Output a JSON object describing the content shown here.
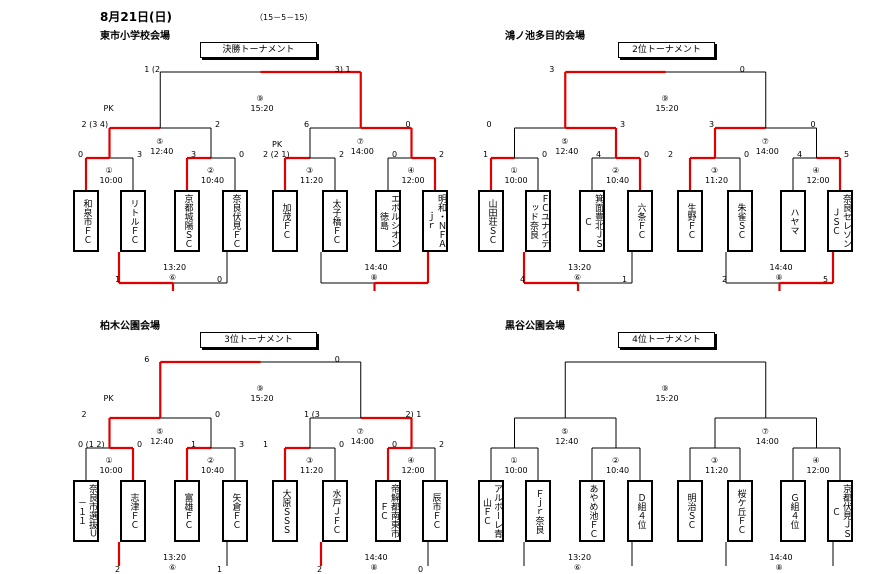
{
  "date": "8月21日(日)",
  "time_note": "（15－5－15）",
  "sections": [
    {
      "venue": "東市小学校会場",
      "title": "決勝トーナメント",
      "teams": [
        "和泉市ＦＣ",
        "リトルＦＣ",
        "京都城陽ＳＣ",
        "奈良伏見ＦＣ",
        "加茂ＦＣ",
        "太子橋ＦＣ",
        "エボルシオン徳島",
        "明和・ＮＦＡｊｒ"
      ],
      "matches": [
        {
          "no": "①",
          "time": "10:00"
        },
        {
          "no": "②",
          "time": "10:40"
        },
        {
          "no": "③",
          "time": "11:20"
        },
        {
          "no": "④",
          "time": "12:00"
        },
        {
          "no": "⑤",
          "time": "12:40"
        },
        {
          "no": "⑦",
          "time": "14:00"
        },
        {
          "no": "⑨",
          "time": "15:20"
        },
        {
          "no": "⑥",
          "time": "13:20"
        },
        {
          "no": "⑧",
          "time": "14:40"
        }
      ],
      "scores": [
        "0",
        "3",
        "3",
        "0",
        "2 (2 1)",
        "2",
        "0",
        "2",
        "2 (3 4)",
        "2",
        "6",
        "0",
        "1 (2",
        "3)  1",
        "1",
        "0",
        "",
        "",
        "PK",
        "PK"
      ]
    },
    {
      "venue": "鴻ノ池多目的会場",
      "title": "2位トーナメント",
      "teams": [
        "山田荘ＳＣ",
        "ＦＣユナイテッド奈良",
        "箕面豊北ＪＳＣ",
        "六条ＦＣ",
        "生野ＦＣ",
        "朱雀ＳＣ",
        "ハヤマ",
        "奈良セレソンＪＳＣ"
      ],
      "matches": [
        {
          "no": "①",
          "time": "10:00"
        },
        {
          "no": "②",
          "time": "10:40"
        },
        {
          "no": "③",
          "time": "11:20"
        },
        {
          "no": "④",
          "time": "12:00"
        },
        {
          "no": "⑤",
          "time": "12:40"
        },
        {
          "no": "⑦",
          "time": "14:00"
        },
        {
          "no": "⑨",
          "time": "15:20"
        },
        {
          "no": "⑥",
          "time": "13:20"
        },
        {
          "no": "⑧",
          "time": "14:40"
        }
      ],
      "scores": [
        "1",
        "0",
        "4",
        "0",
        "2",
        "0",
        "4",
        "5",
        "0",
        "3",
        "3",
        "0",
        "3",
        "0",
        "4",
        "1",
        "2",
        "5",
        "",
        ""
      ]
    },
    {
      "venue": "柏木公園会場",
      "title": "3位トーナメント",
      "teams": [
        "奈良市選抜Ｕ－１１",
        "志津ＦＣ",
        "富雄ＦＣ",
        "矢倉ＦＣ",
        "大原ＳＳＳ",
        "水戸ＪＦＣ",
        "帝解都南東市ＦＣ",
        "辰市ＦＣ"
      ],
      "matches": [
        {
          "no": "①",
          "time": "10:00"
        },
        {
          "no": "②",
          "time": "10:40"
        },
        {
          "no": "③",
          "time": "11:20"
        },
        {
          "no": "④",
          "time": "12:00"
        },
        {
          "no": "⑤",
          "time": "12:40"
        },
        {
          "no": "⑦",
          "time": "14:00"
        },
        {
          "no": "⑨",
          "time": "15:20"
        },
        {
          "no": "⑥",
          "time": "13:20"
        },
        {
          "no": "⑧",
          "time": "14:40"
        }
      ],
      "scores": [
        "0 (1 2)",
        "0",
        "1",
        "3",
        "1",
        "0",
        "0",
        "2",
        "2",
        "0",
        "1 (3",
        "2)  1",
        "6",
        "0",
        "2",
        "1",
        "2",
        "0",
        "PK",
        ""
      ]
    },
    {
      "venue": "黒谷公園会場",
      "title": "4位トーナメント",
      "teams": [
        "アルボーレ青山ＦＣ",
        "Ｆｊｒ奈良",
        "あやめ池ＦＣ",
        "Ｄ組４位",
        "明治ＳＣ",
        "桜ケ丘ＦＣ",
        "Ｇ組４位",
        "京都伏見ＪＳＣ"
      ],
      "matches": [
        {
          "no": "①",
          "time": "10:00"
        },
        {
          "no": "②",
          "time": "10:40"
        },
        {
          "no": "③",
          "time": "11:20"
        },
        {
          "no": "④",
          "time": "12:00"
        },
        {
          "no": "⑤",
          "time": "12:40"
        },
        {
          "no": "⑦",
          "time": "14:00"
        },
        {
          "no": "⑨",
          "time": "15:20"
        },
        {
          "no": "⑥",
          "time": "13:20"
        },
        {
          "no": "⑧",
          "time": "14:40"
        }
      ],
      "scores": [
        "",
        "",
        "",
        "",
        "",
        "",
        "",
        "",
        "",
        "",
        "",
        "",
        "",
        "",
        "",
        "",
        "",
        "",
        "",
        ""
      ]
    }
  ]
}
